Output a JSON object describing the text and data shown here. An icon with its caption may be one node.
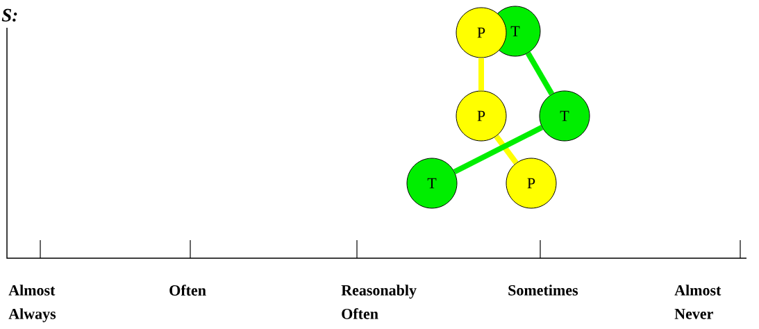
{
  "diagram": {
    "nodes": [
      {
        "text": [
          "P"
        ]
      },
      {
        "text": [
          "T"
        ]
      },
      {
        "text": [
          "P"
        ]
      },
      {
        "text": [
          "T"
        ]
      },
      {
        "text": [
          "T"
        ]
      },
      {
        "text": [
          "P"
        ]
      }
    ],
    "edges": [
      {
        "from": 0,
        "to": 2,
        "arrow": "none",
        "color": "#ffff00"
      },
      {
        "from": 2,
        "to": 5,
        "arrow": "none",
        "color": "#ffff00"
      },
      {
        "from": 1,
        "to": 3,
        "arrow": "none",
        "color": "#00ee00"
      },
      {
        "from": 3,
        "to": 4,
        "arrow": "none",
        "color": "#00ee00"
      }
    ],
    "labels": [
      "S:",
      "Almost Always",
      "Often",
      "Reasonably Often",
      "Sometimes",
      "Almost Never"
    ]
  }
}
